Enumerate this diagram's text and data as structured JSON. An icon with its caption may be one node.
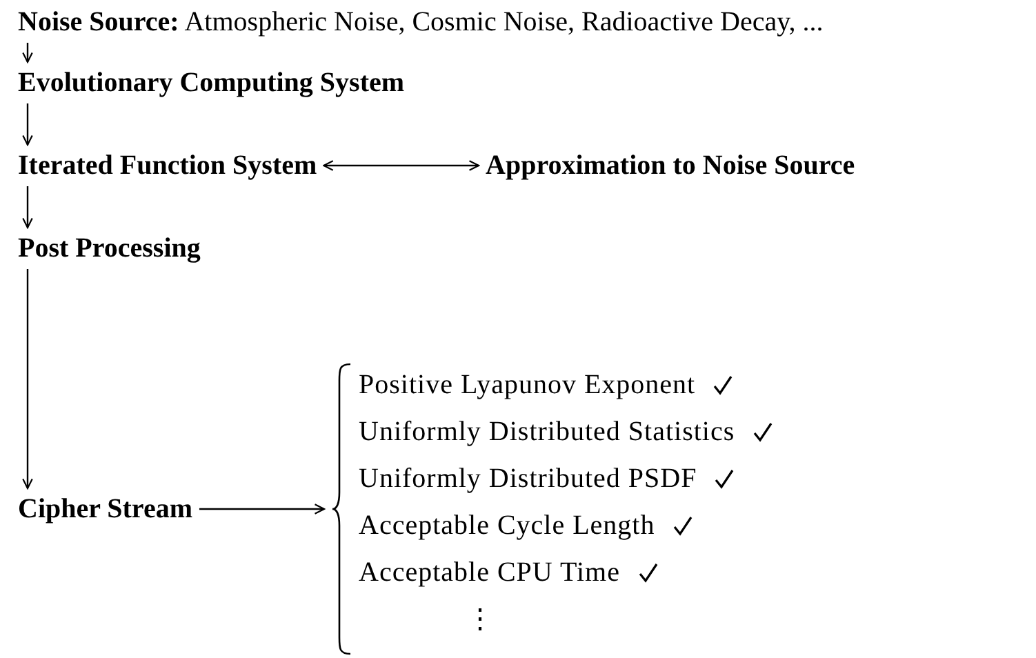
{
  "diagram": {
    "nodes": [
      {
        "text": [
          "**Noise Source:** Atmospheric Noise, Cosmic Noise, Radioactive Decay, ..."
        ]
      },
      {
        "text": [
          "Evolutionary Computing System"
        ]
      },
      {
        "text": [
          "Iterated Function System"
        ]
      },
      {
        "text": [
          "Approximation to Noise Source"
        ]
      },
      {
        "text": [
          "Post Processing"
        ]
      },
      {
        "text": [
          "Cipher Stream"
        ]
      },
      {
        "text": [
          "Positive Lyapunov Exponent",
          "Uniformly Distributed Statistics",
          "Uniformly Distributed PSDF",
          "Acceptable Cycle Length",
          "Acceptable CPU Time",
          "⋮"
        ]
      }
    ],
    "edges": [
      {
        "from": 0,
        "to": 1,
        "arrow": "to"
      },
      {
        "from": 1,
        "to": 2,
        "arrow": "to"
      },
      {
        "from": 2,
        "to": 3,
        "arrow": "both"
      },
      {
        "from": 2,
        "to": 4,
        "arrow": "to"
      },
      {
        "from": 4,
        "to": 5,
        "arrow": "to"
      },
      {
        "from": 5,
        "to": 6,
        "arrow": "to"
      }
    ]
  }
}
